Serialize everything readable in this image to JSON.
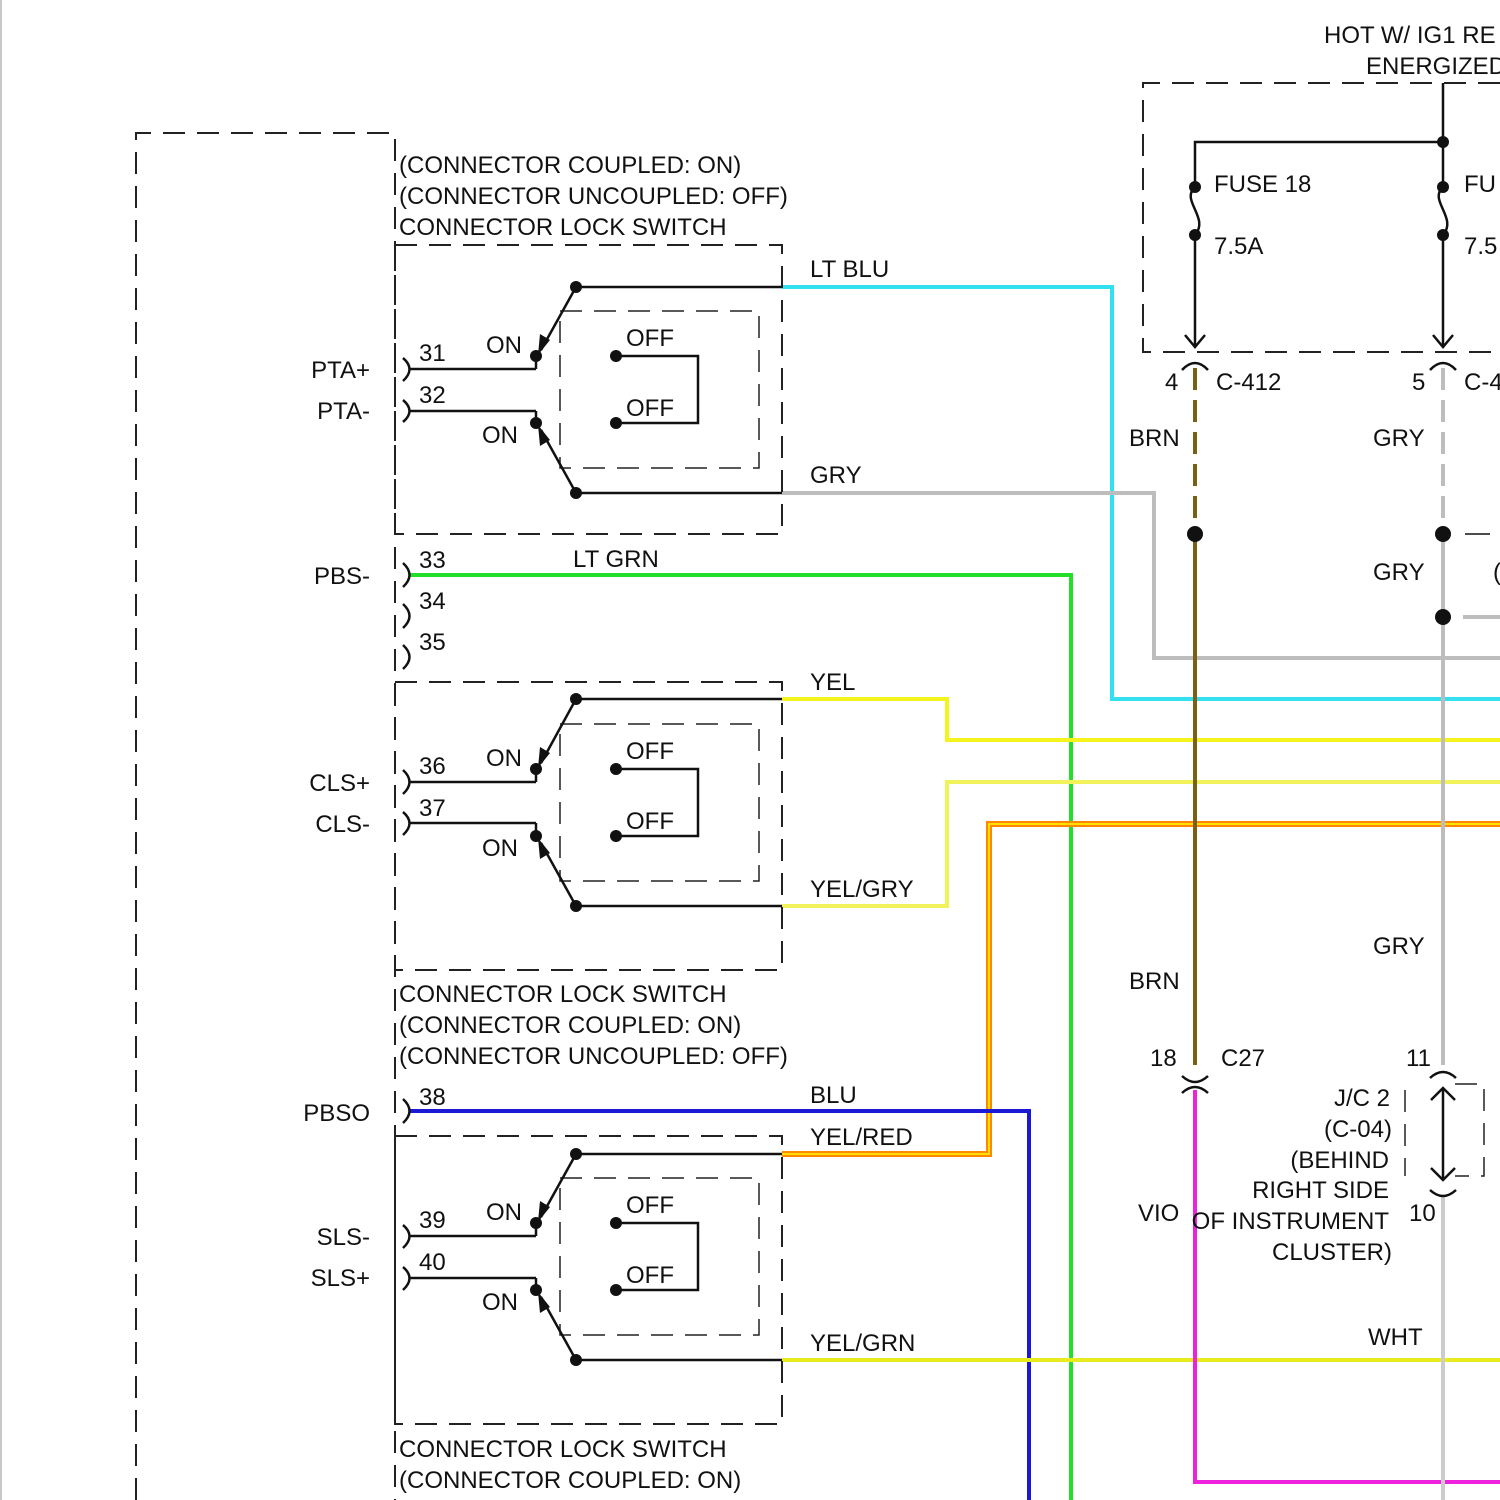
{
  "header": {
    "line1": "HOT W/ IG1 RE",
    "line2": "ENERGIZED"
  },
  "fuses": {
    "fuse18": {
      "name": "FUSE 18",
      "rating": "7.5A",
      "pin": "4",
      "connector": "C-412"
    },
    "fuse_right": {
      "name": "FU",
      "rating": "7.5",
      "pin": "5",
      "connector": "C-4"
    }
  },
  "switch_pta": {
    "title": "CONNECTOR LOCK SWITCH",
    "coupled": "(CONNECTOR COUPLED: ON)",
    "uncoupled": "(CONNECTOR UNCOUPLED: OFF)",
    "terminal_a": "PTA+",
    "terminal_b": "PTA-",
    "pin_a": "31",
    "pin_b": "32",
    "on_a": "ON",
    "on_b": "ON",
    "off_a": "OFF",
    "off_b": "OFF",
    "wire_a": "LT BLU",
    "wire_b": "GRY"
  },
  "pbs": {
    "terminal": "PBS-",
    "pin": "33",
    "wire": "LT GRN",
    "pin_34": "34",
    "pin_35": "35"
  },
  "switch_cls": {
    "terminal_a": "CLS+",
    "terminal_b": "CLS-",
    "pin_a": "36",
    "pin_b": "37",
    "on_a": "ON",
    "on_b": "ON",
    "off_a": "OFF",
    "off_b": "OFF",
    "wire_a": "YEL",
    "wire_b": "YEL/GRY",
    "title": "CONNECTOR LOCK SWITCH",
    "coupled": "(CONNECTOR COUPLED: ON)",
    "uncoupled": "(CONNECTOR UNCOUPLED: OFF)"
  },
  "pbso": {
    "terminal": "PBSO",
    "pin": "38",
    "wire": "BLU"
  },
  "switch_sls": {
    "wire_top": "YEL/RED",
    "terminal_a": "SLS-",
    "terminal_b": "SLS+",
    "pin_a": "39",
    "pin_b": "40",
    "on_a": "ON",
    "on_b": "ON",
    "off_a": "OFF",
    "off_b": "OFF",
    "wire_b": "YEL/GRN",
    "title": "CONNECTOR LOCK SWITCH",
    "coupled": "(CONNECTOR COUPLED: ON)"
  },
  "right_wires": {
    "brn_1": "BRN",
    "gry_1": "GRY",
    "gry_2": "GRY",
    "gry_3": "GRY",
    "gry_4_partial": "(",
    "brn_2": "BRN",
    "vio": "VIO",
    "wht": "WHT"
  },
  "c27": {
    "pin": "18",
    "connector": "C27"
  },
  "jc2": {
    "pin_top": "11",
    "pin_bottom": "10",
    "line1": "J/C 2",
    "line2": "(C-04)",
    "line3": "(BEHIND",
    "line4": "RIGHT SIDE",
    "line5": "OF INSTRUMENT",
    "line6": "CLUSTER)"
  },
  "colors": {
    "lt_blu": "#33e0f0",
    "gry": "#bdbdbd",
    "lt_grn": "#22e02a",
    "yel": "#f4f41c",
    "yel_gry": "#f2f25a",
    "yel_red_outer": "#ff8800",
    "yel_red_inner": "#ffe000",
    "blu": "#1a1ad6",
    "brn": "#7a6014",
    "vio": "#ee22dd",
    "yel_grn": "#e8ec1c",
    "wht_gry": "#cccccc"
  }
}
